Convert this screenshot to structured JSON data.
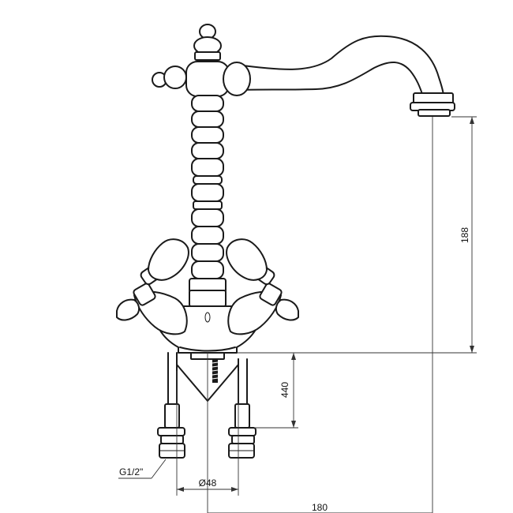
{
  "dimensions": {
    "spout_height": "188",
    "inlet_length": "440",
    "thread": "G1/2\"",
    "diameter": "Ø48",
    "reach": "180"
  }
}
